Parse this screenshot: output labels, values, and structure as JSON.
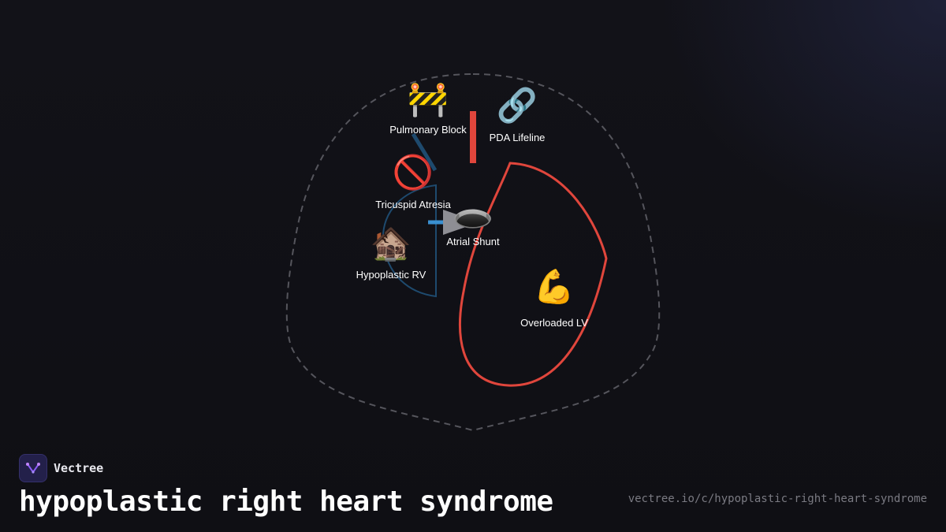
{
  "brand": {
    "name": "Vectree",
    "logo_color": "#8b5cf6"
  },
  "title": "hypoplastic right heart syndrome",
  "url": "vectree.io/c/hypoplastic-right-heart-syndrome",
  "colors": {
    "background": "#111116",
    "outline": "#55555c",
    "right_side": "#1e4a6e",
    "left_ventricle": "#e0463c",
    "shunt_arrow": "#3a90d0",
    "ductus_bar": "#e0463c"
  },
  "nodes": {
    "pulmonary_block": {
      "icon": "🚧",
      "icon_name": "construction-barrier-icon",
      "label": "Pulmonary Block"
    },
    "pda_lifeline": {
      "icon": "🔗",
      "icon_name": "link-icon",
      "label": "PDA Lifeline"
    },
    "tricuspid_atresia": {
      "icon": "🚫",
      "icon_name": "no-entry-icon",
      "label": "Tricuspid Atresia"
    },
    "atrial_shunt": {
      "icon": "🕳️",
      "icon_name": "hole-icon",
      "label": "Atrial Shunt"
    },
    "hypoplastic_rv": {
      "icon": "🏚️",
      "icon_name": "derelict-house-icon",
      "label": "Hypoplastic RV"
    },
    "overloaded_lv": {
      "icon": "💪",
      "icon_name": "flexed-biceps-icon",
      "label": "Overloaded LV"
    }
  }
}
